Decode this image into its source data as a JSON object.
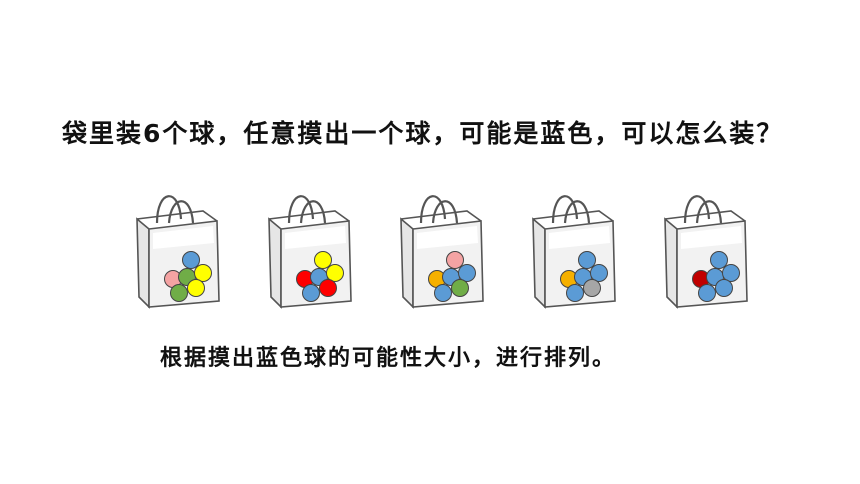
{
  "question": "袋里装6个球，任意摸出一个球，可能是蓝色，可以怎么装？",
  "instruction": "根据摸出蓝色球的可能性大小，进行排列。",
  "colors": {
    "blue": "#5b9bd5",
    "yellow": "#ffff00",
    "green": "#70ad47",
    "pink": "#f4a3a3",
    "red": "#ff0000",
    "orange": "#f5b000",
    "gray": "#a6a6a6",
    "darkred": "#c00000"
  },
  "bags": [
    {
      "balls": [
        "blue",
        "pink",
        "green",
        "yellow",
        "yellow",
        "green"
      ]
    },
    {
      "balls": [
        "yellow",
        "red",
        "blue",
        "yellow",
        "red",
        "blue"
      ]
    },
    {
      "balls": [
        "pink",
        "orange",
        "blue",
        "blue",
        "green",
        "blue"
      ]
    },
    {
      "balls": [
        "blue",
        "orange",
        "blue",
        "blue",
        "gray",
        "blue"
      ]
    },
    {
      "balls": [
        "blue",
        "darkred",
        "blue",
        "blue",
        "blue",
        "blue"
      ]
    }
  ]
}
